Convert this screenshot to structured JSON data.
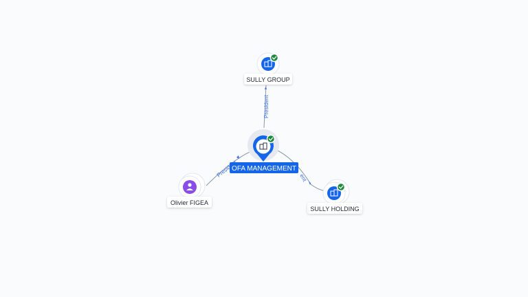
{
  "nodes": {
    "main": {
      "label": "OFA MANAGEMENT",
      "type": "company",
      "verified": true
    },
    "top": {
      "label": "SULLY GROUP",
      "type": "company",
      "verified": true
    },
    "right": {
      "label": "SULLY HOLDING",
      "type": "company",
      "verified": true
    },
    "left": {
      "label": "Olivier FIGEA",
      "type": "person",
      "verified": false
    }
  },
  "edges": {
    "top": {
      "label": "President"
    },
    "left": {
      "label": "President"
    },
    "right": {
      "label": "ent"
    }
  },
  "icons": {
    "company": "building-icon",
    "person": "person-icon",
    "verified": "check-badge-icon"
  },
  "colors": {
    "accent": "#1565e8",
    "person": "#8a4ce6",
    "verified": "#1e8a3c",
    "edge_label": "#3d6fe0"
  }
}
